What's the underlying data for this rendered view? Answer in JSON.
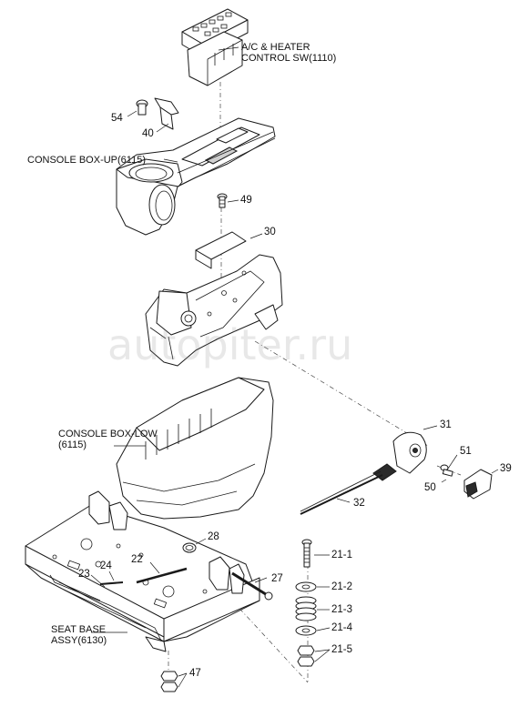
{
  "watermark": "autopiter.ru",
  "labels": {
    "ac_heater": [
      "A/C & HEATER",
      "CONTROL SW(1110)"
    ],
    "console_up": "CONSOLE BOX-UP(6115)",
    "console_low": [
      "CONSOLE BOX-LOW",
      "(6115)"
    ],
    "seat_base": [
      "SEAT BASE",
      "ASSY(6130)"
    ]
  },
  "parts": {
    "p54": "54",
    "p40": "40",
    "p49": "49",
    "p30": "30",
    "p31": "31",
    "p51": "51",
    "p39": "39",
    "p50": "50",
    "p32": "32",
    "p28": "28",
    "p22": "22",
    "p24": "24",
    "p23": "23",
    "p27": "27",
    "p21_1": "21-1",
    "p21_2": "21-2",
    "p21_3": "21-3",
    "p21_4": "21-4",
    "p21_5": "21-5",
    "p47": "47"
  }
}
